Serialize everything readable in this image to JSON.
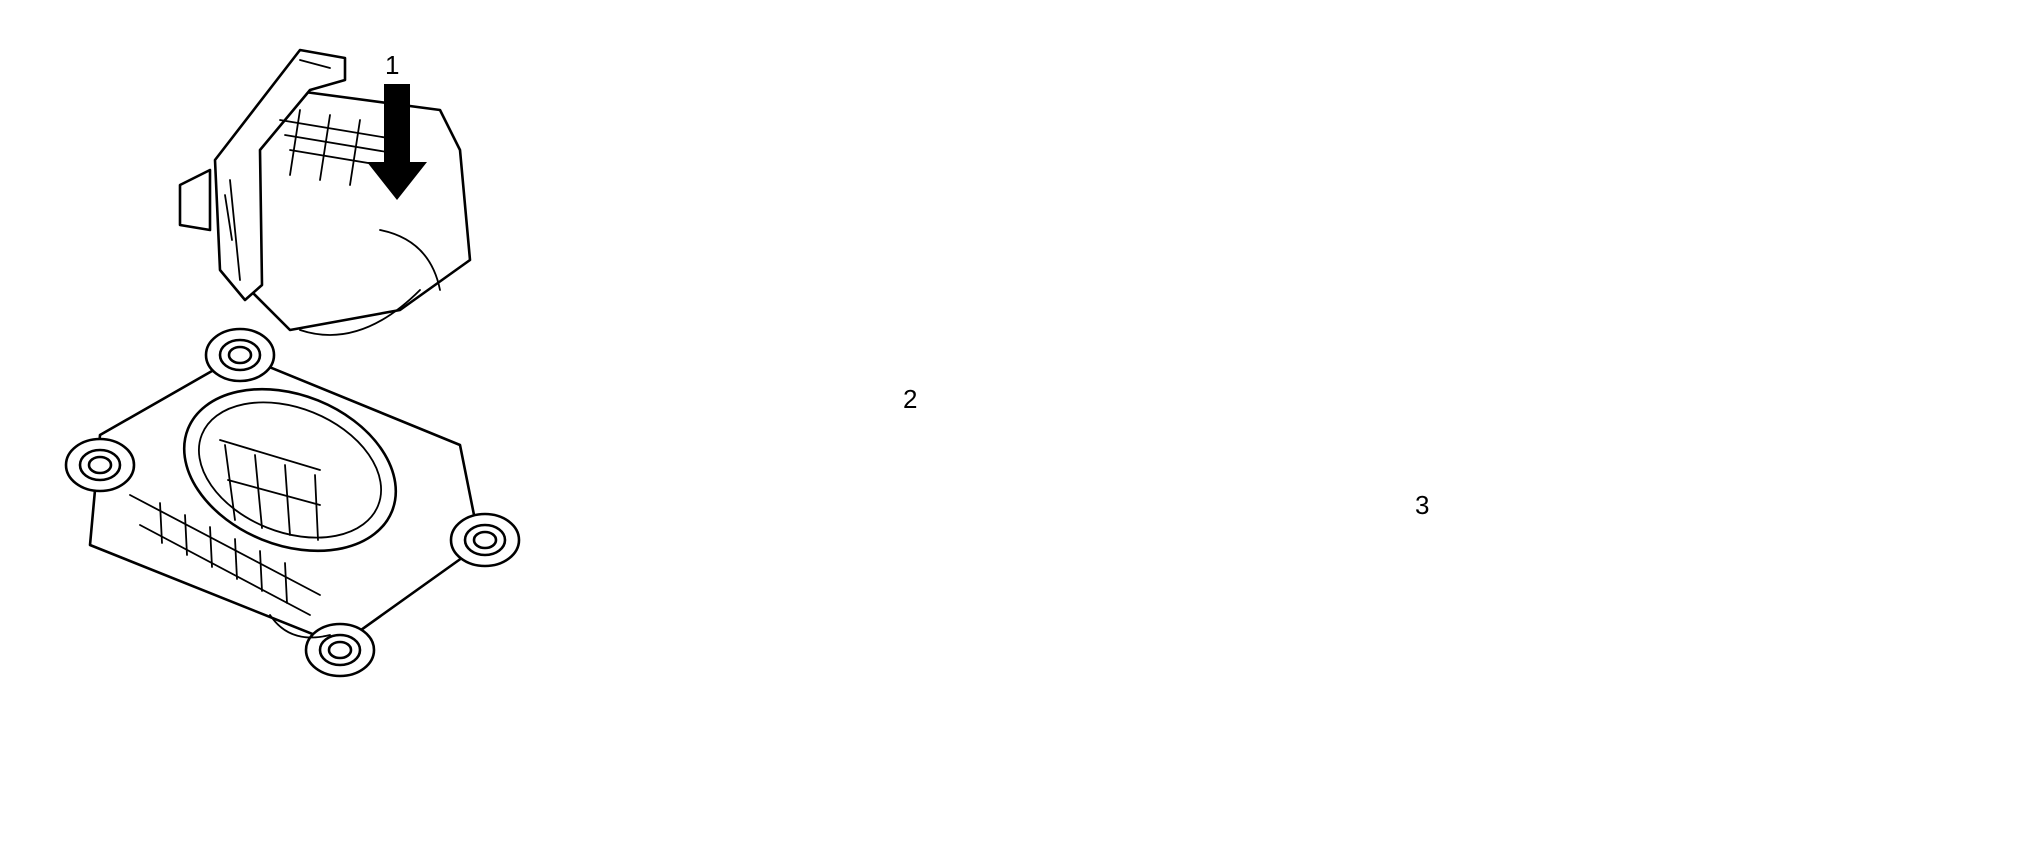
{
  "callouts": {
    "step1": "1",
    "step2": "2",
    "step3": "3"
  },
  "colors": {
    "line": "#000000",
    "background": "#ffffff"
  },
  "icons": [
    "push-down-arrow-icon",
    "rotate-arrow-icon",
    "next-step-arrow-icon"
  ]
}
